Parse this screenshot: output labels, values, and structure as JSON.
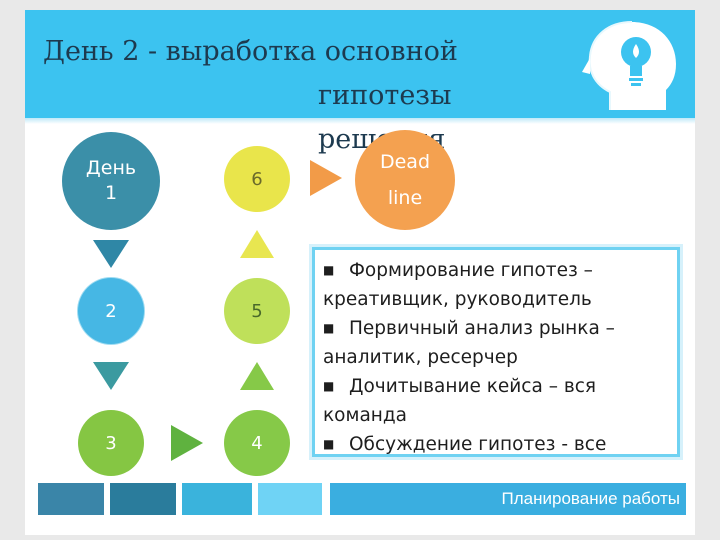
{
  "slide": {
    "title_line1": "День 2 - выработка основной",
    "title_line2": "гипотезы решения",
    "icon": "head-lightbulb-icon"
  },
  "flow": {
    "day1": {
      "line1": "День",
      "line2": "1"
    },
    "step2": "2",
    "step3": "3",
    "step4": "4",
    "step5": "5",
    "step6": "6",
    "deadline": {
      "line1": "Dead",
      "line2": "line"
    }
  },
  "tasks": [
    "Формирование гипотез – креативщик, руководитель",
    "Первичный анализ рынка – аналитик, ресерчер",
    "Дочитывание кейса – вся команда",
    "Обсуждение гипотез - все"
  ],
  "footer": {
    "label": "Планирование работы"
  },
  "colors": {
    "header": "#3cc3f0",
    "day1": "#3b8fa8",
    "step2": "#46b7e4",
    "step3": "#85c643",
    "step4": "#86c948",
    "step5": "#bfe05a",
    "step6": "#e9e54b",
    "deadline": "#f4a150"
  }
}
